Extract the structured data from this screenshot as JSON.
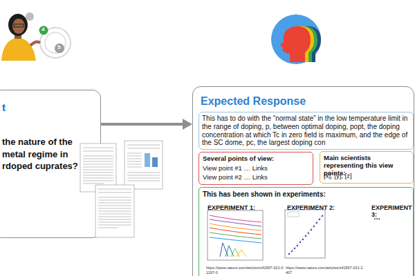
{
  "diagram": {
    "nodes": [
      {
        "text": [
          "t",
          "the nature of the metal regime in rdoped cuprates?"
        ]
      },
      {
        "text": [
          "Expected Response"
        ]
      },
      {
        "text": [
          "This has to do with the “normal state” in the low temperature limit in the range of doping, p, between optimal doping, popt, the doping concentration at which Tc in zero field is maximum, and the edge of the SC dome, pc, the largest doping con"
        ],
        "in": 1
      },
      {
        "text": [
          "Several points of view:",
          "View point #1 … Links",
          "View point #2 … Links"
        ],
        "in": 1
      },
      {
        "text": [
          "Main scientists representing this view points:",
          "[x], [y], [z]"
        ],
        "in": 1
      },
      {
        "text": [
          "This has been shown in experiments:",
          "EXPERIMENT 1:",
          "EXPERIMENT 2:",
          "EXPERIMENT 3:",
          "…",
          "https://www.nature.com/articles/s41567-021-01197-0",
          "https://www.nature.com/articles/s41567-021-2407"
        ],
        "in": 1
      }
    ],
    "edges": [
      {
        "from": 0,
        "to": 1,
        "arrow": "to"
      }
    ],
    "labels": [
      "4",
      "5"
    ]
  }
}
